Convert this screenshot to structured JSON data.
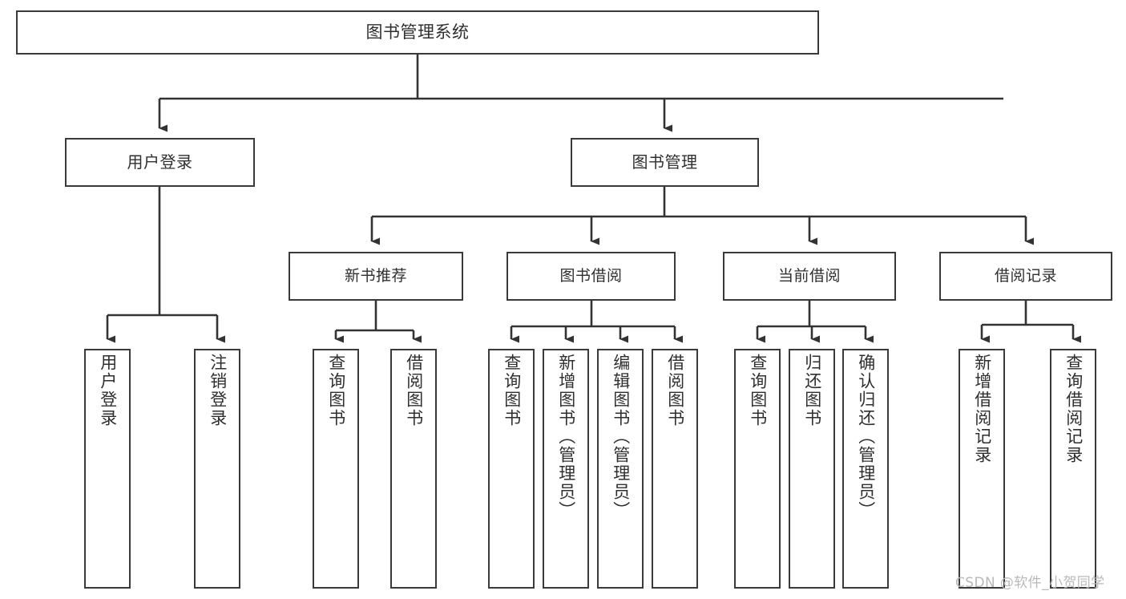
{
  "diagram": {
    "type": "tree",
    "title": "图书管理系统",
    "root": {
      "id": "root",
      "label": "图书管理系统"
    },
    "level1": [
      {
        "id": "user-login",
        "label": "用户登录"
      },
      {
        "id": "book-manage",
        "label": "图书管理"
      }
    ],
    "level2": [
      {
        "id": "new-book-rec",
        "label": "新书推荐",
        "parent": "book-manage"
      },
      {
        "id": "book-borrow",
        "label": "图书借阅",
        "parent": "book-manage"
      },
      {
        "id": "current-borrow",
        "label": "当前借阅",
        "parent": "book-manage"
      },
      {
        "id": "borrow-record",
        "label": "借阅记录",
        "parent": "book-manage"
      }
    ],
    "leaves": [
      {
        "id": "leaf-user-login",
        "label": "用户登录",
        "parent": "user-login"
      },
      {
        "id": "leaf-logout",
        "label": "注销登录",
        "parent": "user-login"
      },
      {
        "id": "leaf-query-book-1",
        "label": "查询图书",
        "parent": "new-book-rec"
      },
      {
        "id": "leaf-borrow-book-1",
        "label": "借阅图书",
        "parent": "new-book-rec"
      },
      {
        "id": "leaf-query-book-2",
        "label": "查询图书",
        "parent": "book-borrow"
      },
      {
        "id": "leaf-add-book",
        "label": "新增图书（管理员）",
        "parent": "book-borrow"
      },
      {
        "id": "leaf-edit-book",
        "label": "编辑图书（管理员）",
        "parent": "book-borrow"
      },
      {
        "id": "leaf-borrow-book-2",
        "label": "借阅图书",
        "parent": "book-borrow"
      },
      {
        "id": "leaf-query-book-3",
        "label": "查询图书",
        "parent": "current-borrow"
      },
      {
        "id": "leaf-return-book",
        "label": "归还图书",
        "parent": "current-borrow"
      },
      {
        "id": "leaf-confirm-return",
        "label": "确认归还（管理员）",
        "parent": "current-borrow"
      },
      {
        "id": "leaf-add-record",
        "label": "新增借阅记录",
        "parent": "borrow-record"
      },
      {
        "id": "leaf-query-record",
        "label": "查询借阅记录",
        "parent": "borrow-record"
      }
    ],
    "colors": {
      "box_border": "#3a3a3a",
      "box_fill": "#ffffff",
      "text": "#2f2f2f",
      "connector": "#333333",
      "watermark": "#b9b9b9",
      "background": "#ffffff"
    }
  },
  "watermark": {
    "text": "CSDN @软件_小贺同学"
  }
}
